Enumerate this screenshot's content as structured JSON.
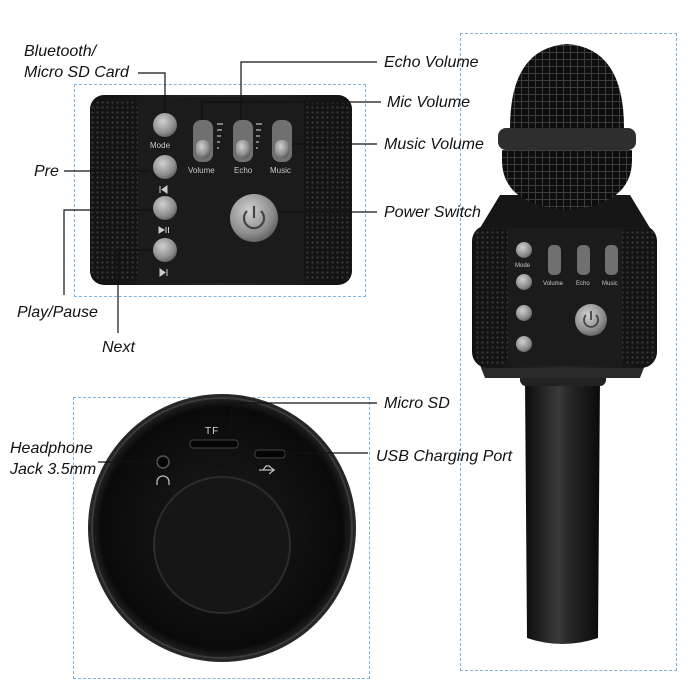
{
  "labels": {
    "bluetooth": "Bluetooth/\nMicro SD Card",
    "pre": "Pre",
    "play_pause": "Play/Pause",
    "next": "Next",
    "echo_volume": "Echo Volume",
    "mic_volume": "Mic Volume",
    "music_volume": "Music Volume",
    "power_switch": "Power Switch",
    "micro_sd": "Micro SD",
    "usb_port": "USB Charging Port",
    "headphone": "Headphone\nJack 3.5mm"
  },
  "device_text": {
    "mode": "Mode",
    "volume": "Volume",
    "echo": "Echo",
    "music": "Music",
    "tf": "TF",
    "small_mode": "Mode",
    "small_volume": "Volume",
    "small_echo": "Echo",
    "small_music": "Music"
  },
  "colors": {
    "body": "#1a1a1a",
    "button": "#9a9a9a",
    "frame": "#7fb3e0"
  }
}
